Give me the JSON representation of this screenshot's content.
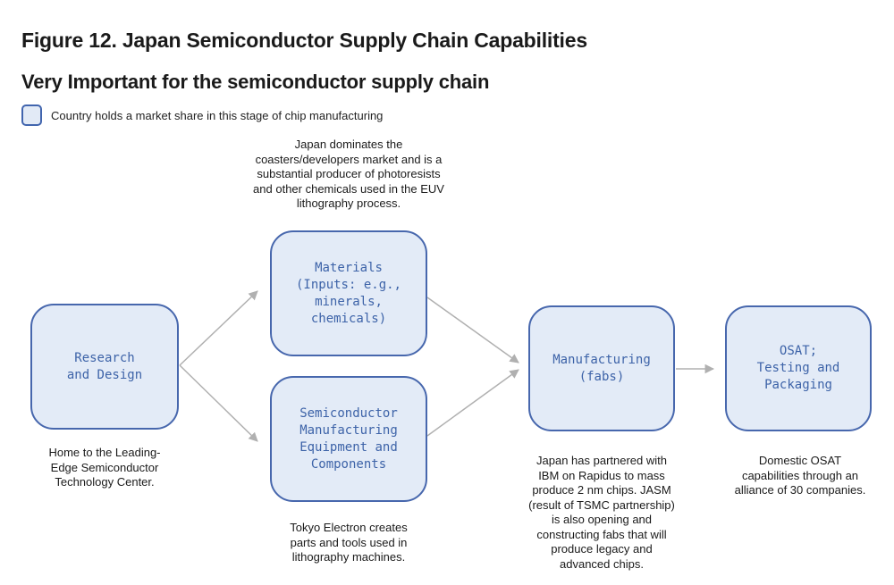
{
  "header": {
    "title": "Figure 12. Japan Semiconductor Supply Chain Capabilities",
    "subtitle": "Very Important for the semiconductor supply chain"
  },
  "legend": {
    "swatch_color": "#e2eaf6",
    "swatch_border": "#4165ae",
    "label": "Country holds a market share in this stage of chip manufacturing"
  },
  "colors": {
    "node_fill": "#e3ebf7",
    "node_border": "#4767ad",
    "node_text": "#3d63a8",
    "arrow": "#b0b0b0"
  },
  "nodes": {
    "research": {
      "label": "Research\nand Design",
      "note": "Home to the Leading-\nEdge Semiconductor\nTechnology Center."
    },
    "materials": {
      "label": "Materials\n(Inputs: e.g.,\nminerals,\nchemicals)",
      "note": "Japan dominates the\ncoasters/developers market and is a\nsubstantial producer of photoresists\nand other chemicals used in the EUV\nlithography process."
    },
    "equipment": {
      "label": "Semiconductor\nManufacturing\nEquipment and\nComponents",
      "note": "Tokyo Electron creates\nparts and tools used in\nlithography machines."
    },
    "manufacturing": {
      "label": "Manufacturing\n(fabs)",
      "note": "Japan has partnered with\nIBM on Rapidus to mass\nproduce 2 nm chips. JASM\n(result of TSMC partnership)\nis also opening and\nconstructing fabs that will\nproduce legacy and\nadvanced chips."
    },
    "osat": {
      "label": "OSAT;\nTesting and\nPackaging",
      "note": "Domestic OSAT\ncapabilities through an\nalliance of 30 companies."
    }
  },
  "edges": [
    {
      "from": "research",
      "to": "materials"
    },
    {
      "from": "research",
      "to": "equipment"
    },
    {
      "from": "materials",
      "to": "manufacturing"
    },
    {
      "from": "equipment",
      "to": "manufacturing"
    },
    {
      "from": "manufacturing",
      "to": "osat"
    }
  ]
}
